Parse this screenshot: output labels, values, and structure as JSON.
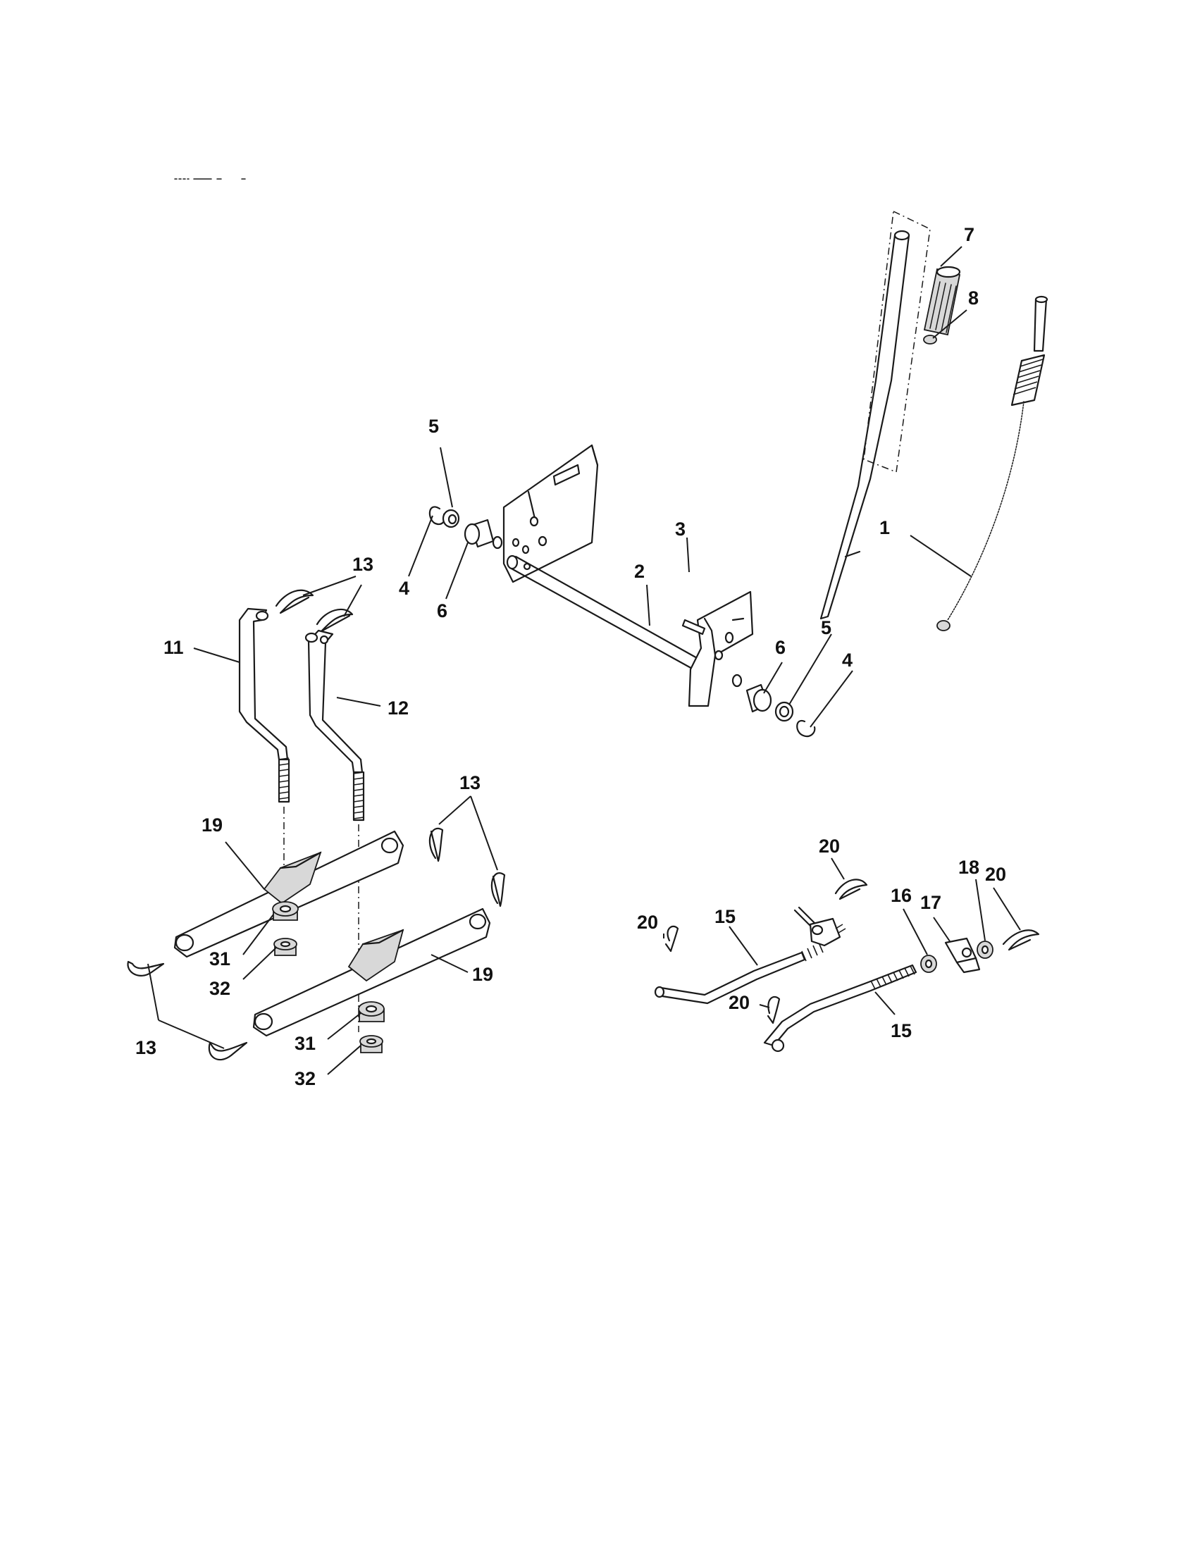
{
  "diagram": {
    "callouts": [
      "1",
      "2",
      "3",
      "4",
      "5",
      "6",
      "7",
      "8",
      "11",
      "12",
      "13",
      "15",
      "16",
      "17",
      "18",
      "19",
      "20",
      "31",
      "32"
    ]
  },
  "labels": {
    "c7": "7",
    "c8": "8",
    "c1": "1",
    "c2": "2",
    "c3": "3",
    "c5a": "5",
    "c4a": "4",
    "c6a": "6",
    "c6b": "6",
    "c5b": "5",
    "c4b": "4",
    "c13a": "13",
    "c11": "11",
    "c12": "12",
    "c13b": "13",
    "c19a": "19",
    "c31a": "31",
    "c32a": "32",
    "c19b": "19",
    "c13c": "13",
    "c31b": "31",
    "c32b": "32",
    "c20a": "20",
    "c15a": "15",
    "c20b": "20",
    "c16": "16",
    "c17": "17",
    "c18": "18",
    "c20c": "20",
    "c20d": "20",
    "c15b": "15"
  },
  "icons": {
    "lift-handle": "lift-handle-icon",
    "grip": "handle-grip-icon",
    "cable": "cable-icon",
    "bracket": "mounting-plate-icon",
    "shaft": "lift-shaft-icon",
    "link": "lift-link-icon",
    "hanger": "hanger-bracket-icon",
    "rod": "adjustment-rod-icon",
    "clip": "hairpin-clip-icon",
    "nut": "nut-icon",
    "spacer": "spacer-icon"
  }
}
